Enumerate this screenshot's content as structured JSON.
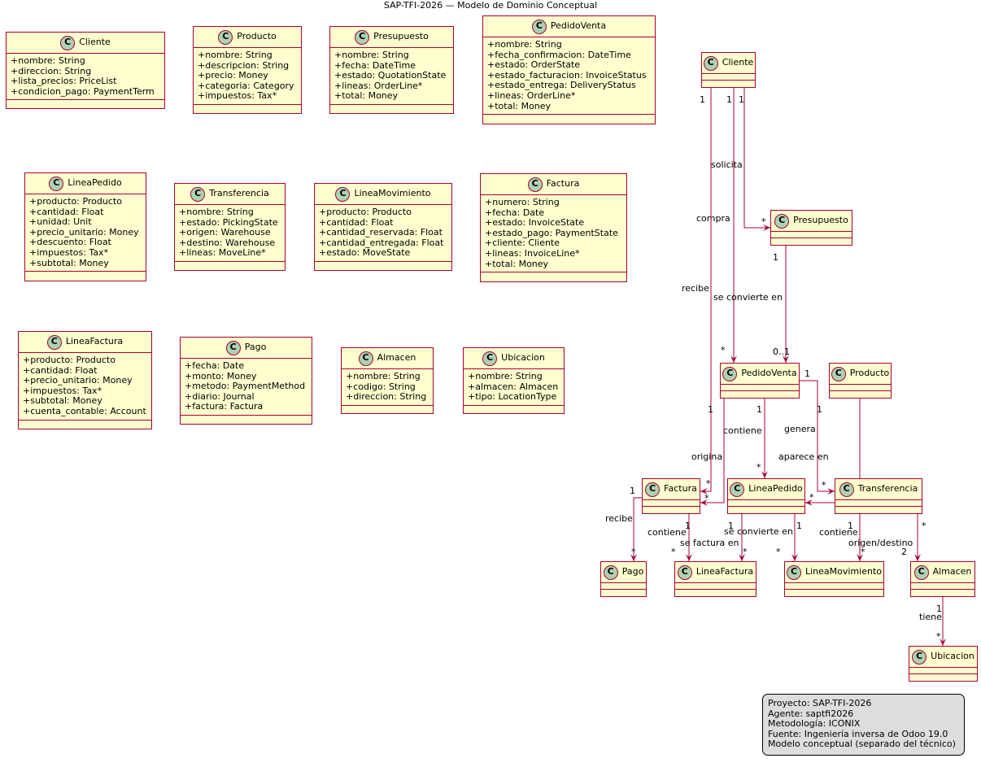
{
  "title": "SAP-TFI-2026 — Modelo de Dominio Conceptual",
  "colors": {
    "class_fill": "#fefece",
    "class_border": "#a80036",
    "circle_fill": "#add1b2",
    "note_fill": "#dddddd"
  },
  "icon": "class-c-icon",
  "class_marker": "C",
  "catalog": [
    {
      "name": "Cliente",
      "attrs": [
        "+nombre: String",
        "+direccion: String",
        "+lista_precios: PriceList",
        "+condicion_pago: PaymentTerm"
      ]
    },
    {
      "name": "Producto",
      "attrs": [
        "+nombre: String",
        "+descripcion: String",
        "+precio: Money",
        "+categoria: Category",
        "+impuestos: Tax*"
      ]
    },
    {
      "name": "Presupuesto",
      "attrs": [
        "+nombre: String",
        "+fecha: DateTime",
        "+estado: QuotationState",
        "+lineas: OrderLine*",
        "+total: Money"
      ]
    },
    {
      "name": "PedidoVenta",
      "attrs": [
        "+nombre: String",
        "+fecha_confirmacion: DateTime",
        "+estado: OrderState",
        "+estado_facturacion: InvoiceStatus",
        "+estado_entrega: DeliveryStatus",
        "+lineas: OrderLine*",
        "+total: Money"
      ]
    },
    {
      "name": "LineaPedido",
      "attrs": [
        "+producto: Producto",
        "+cantidad: Float",
        "+unidad: Unit",
        "+precio_unitario: Money",
        "+descuento: Float",
        "+impuestos: Tax*",
        "+subtotal: Money"
      ]
    },
    {
      "name": "Transferencia",
      "attrs": [
        "+nombre: String",
        "+estado: PickingState",
        "+origen: Warehouse",
        "+destino: Warehouse",
        "+lineas: MoveLine*"
      ]
    },
    {
      "name": "LineaMovimiento",
      "attrs": [
        "+producto: Producto",
        "+cantidad: Float",
        "+cantidad_reservada: Float",
        "+cantidad_entregada: Float",
        "+estado: MoveState"
      ]
    },
    {
      "name": "Factura",
      "attrs": [
        "+numero: String",
        "+fecha: Date",
        "+estado: InvoiceState",
        "+estado_pago: PaymentState",
        "+cliente: Cliente",
        "+lineas: InvoiceLine*",
        "+total: Money"
      ]
    },
    {
      "name": "LineaFactura",
      "attrs": [
        "+producto: Producto",
        "+cantidad: Float",
        "+precio_unitario: Money",
        "+impuestos: Tax*",
        "+subtotal: Money",
        "+cuenta_contable: Account"
      ]
    },
    {
      "name": "Pago",
      "attrs": [
        "+fecha: Date",
        "+monto: Money",
        "+metodo: PaymentMethod",
        "+diario: Journal",
        "+factura: Factura"
      ]
    },
    {
      "name": "Almacen",
      "attrs": [
        "+nombre: String",
        "+codigo: String",
        "+direccion: String"
      ]
    },
    {
      "name": "Ubicacion",
      "attrs": [
        "+nombre: String",
        "+almacen: Almacen",
        "+tipo: LocationType"
      ]
    }
  ],
  "graph_nodes": [
    {
      "name": "Cliente"
    },
    {
      "name": "Presupuesto"
    },
    {
      "name": "PedidoVenta"
    },
    {
      "name": "Producto"
    },
    {
      "name": "Factura"
    },
    {
      "name": "LineaPedido"
    },
    {
      "name": "Transferencia"
    },
    {
      "name": "Pago"
    },
    {
      "name": "LineaFactura"
    },
    {
      "name": "LineaMovimiento"
    },
    {
      "name": "Almacen"
    },
    {
      "name": "Ubicacion"
    }
  ],
  "associations": [
    {
      "from": "Cliente",
      "to": "Presupuesto",
      "label": "solicita",
      "from_mult": "1",
      "to_mult": "*"
    },
    {
      "from": "Cliente",
      "to": "PedidoVenta",
      "label": "compra",
      "from_mult": "1",
      "to_mult": "*"
    },
    {
      "from": "Cliente",
      "to": "Factura",
      "label": "recibe",
      "from_mult": "1",
      "to_mult": "*"
    },
    {
      "from": "Presupuesto",
      "to": "PedidoVenta",
      "label": "se convierte en",
      "from_mult": "1",
      "to_mult": "0..1"
    },
    {
      "from": "PedidoVenta",
      "to": "LineaPedido",
      "label": "contiene",
      "from_mult": "1",
      "to_mult": "*"
    },
    {
      "from": "PedidoVenta",
      "to": "Transferencia",
      "label": "genera",
      "from_mult": "1",
      "to_mult": "*"
    },
    {
      "from": "PedidoVenta",
      "to": "Factura",
      "label": "origina",
      "from_mult": "1",
      "to_mult": "*"
    },
    {
      "from": "Producto",
      "to": "LineaPedido",
      "label": "aparece en",
      "from_mult": "1",
      "to_mult": "*"
    },
    {
      "from": "Factura",
      "to": "Pago",
      "label": "recibe",
      "from_mult": "1",
      "to_mult": "*"
    },
    {
      "from": "Factura",
      "to": "LineaFactura",
      "label": "contiene",
      "from_mult": "1",
      "to_mult": "*"
    },
    {
      "from": "LineaPedido",
      "to": "LineaFactura",
      "label": "se factura en",
      "from_mult": "1",
      "to_mult": "*"
    },
    {
      "from": "LineaPedido",
      "to": "LineaMovimiento",
      "label": "se convierte en",
      "from_mult": "1",
      "to_mult": "*"
    },
    {
      "from": "Transferencia",
      "to": "LineaMovimiento",
      "label": "contiene",
      "from_mult": "1",
      "to_mult": "*"
    },
    {
      "from": "Transferencia",
      "to": "Almacen",
      "label": "origen/destino",
      "from_mult": "*",
      "to_mult": "2"
    },
    {
      "from": "Almacen",
      "to": "Ubicacion",
      "label": "tiene",
      "from_mult": "1",
      "to_mult": "*"
    }
  ],
  "note": [
    "Proyecto: SAP-TFI-2026",
    "Agente: saptfi2026",
    "Metodología: ICONIX",
    "Fuente: Ingeniería inversa de Odoo 19.0",
    "Modelo conceptual (separado del técnico)"
  ]
}
